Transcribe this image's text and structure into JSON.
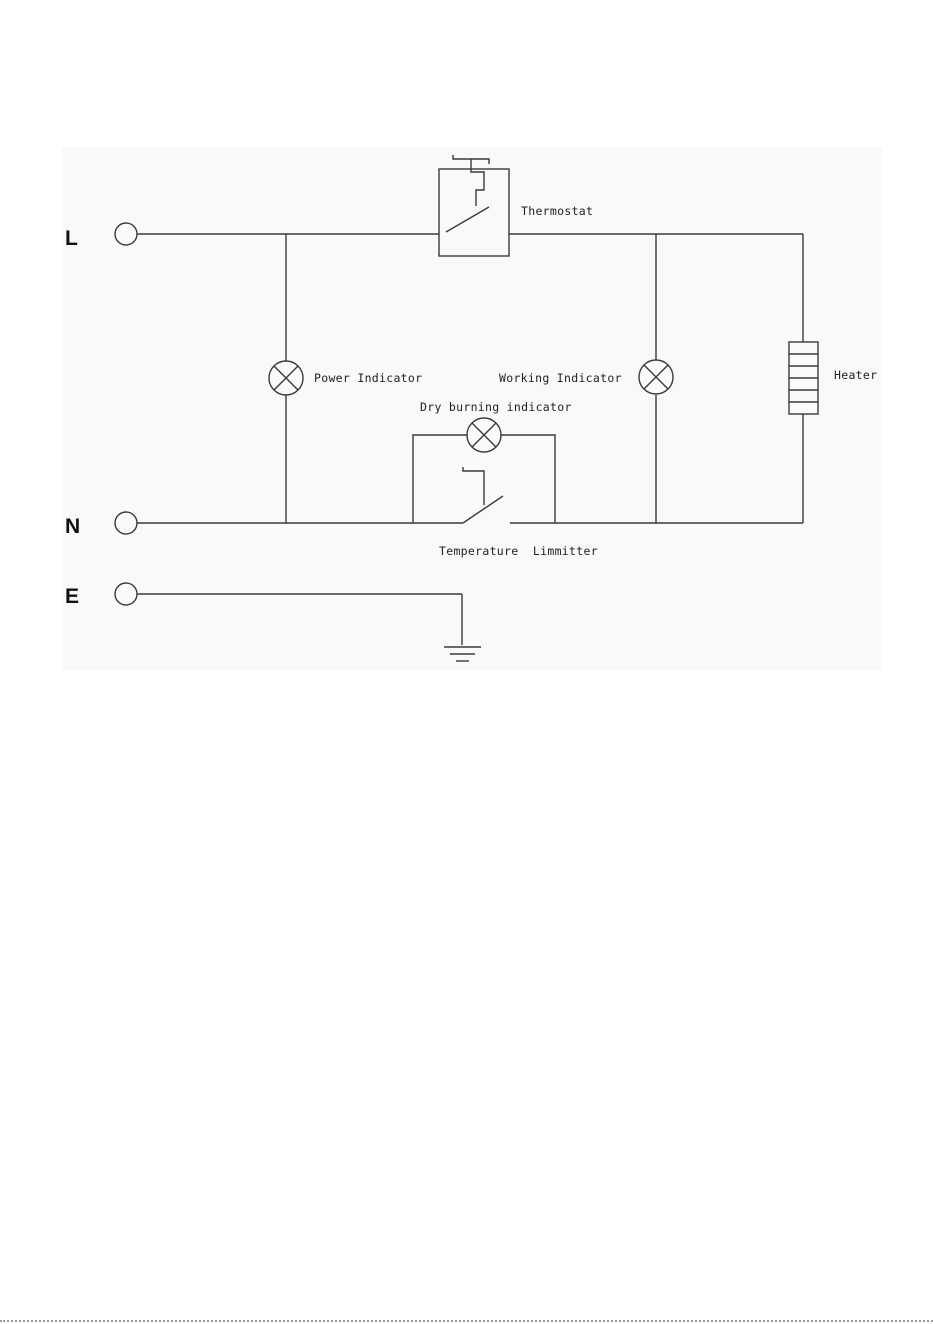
{
  "colors": {
    "diagram_background": "#f9f9f9",
    "page_background": "#ffffff",
    "wire": "#3a3a3a"
  },
  "terminals": {
    "line": "L",
    "neutral": "N",
    "earth": "E"
  },
  "components": {
    "thermostat": "Thermostat",
    "power_indicator": "Power Indicator",
    "working_indicator": "Working Indicator",
    "dry_burning_indicator": "Dry burning indicator",
    "heater": "Heater",
    "temperature_limiter": "Temperature  Limmitter"
  }
}
